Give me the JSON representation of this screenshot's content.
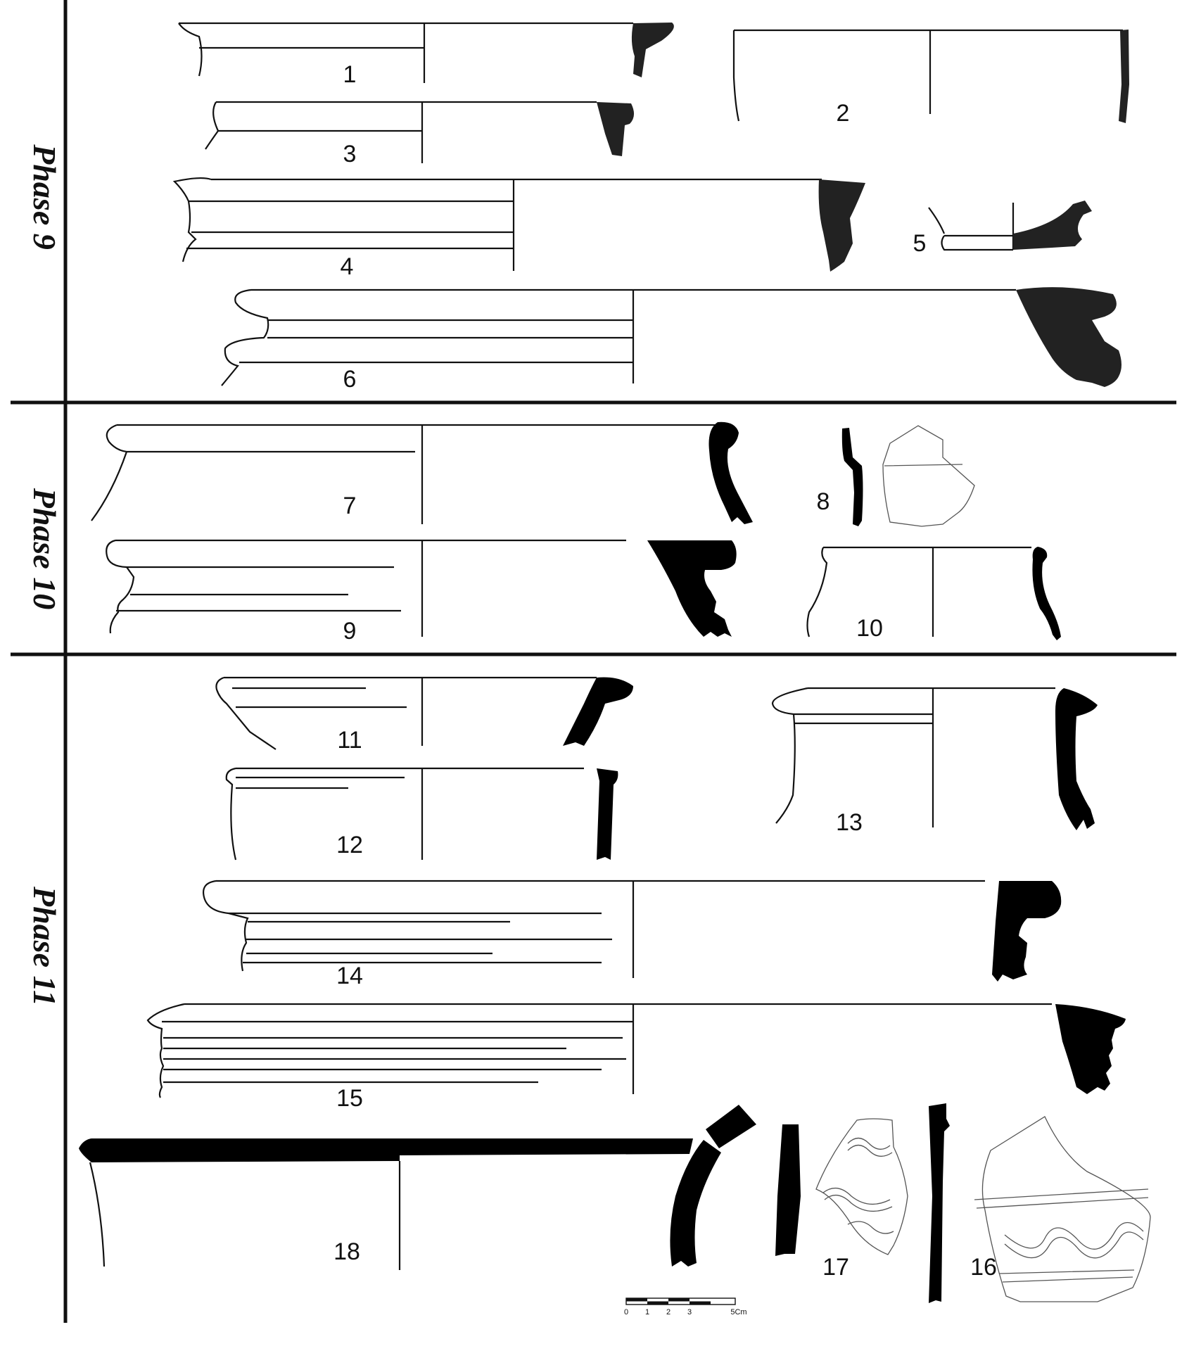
{
  "phases": [
    {
      "label": "Phase 9"
    },
    {
      "label": "Phase 10"
    },
    {
      "label": "Phase 11"
    }
  ],
  "vessels": [
    "1",
    "2",
    "3",
    "4",
    "5",
    "6",
    "7",
    "8",
    "9",
    "10",
    "11",
    "12",
    "13",
    "14",
    "15",
    "16",
    "17",
    "18"
  ],
  "scale_bar": {
    "ticks": [
      "0",
      "1",
      "2",
      "3"
    ],
    "end_label": "5Cm"
  }
}
